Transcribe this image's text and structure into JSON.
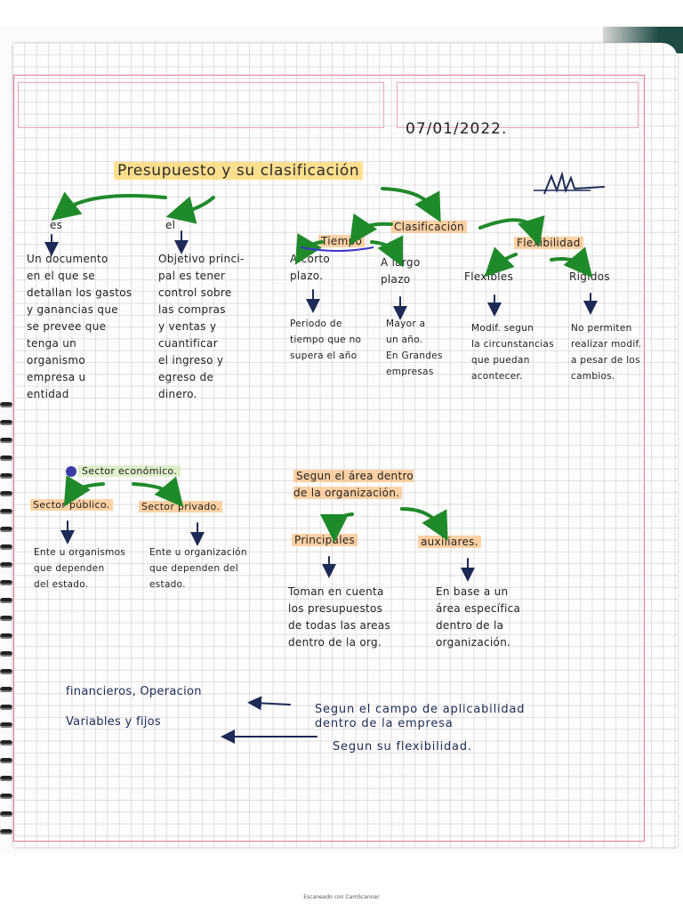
{
  "page": {
    "date": "07/01/2022.",
    "title": "Presupuesto y su clasificación",
    "signature": "signature"
  },
  "left_branch": {
    "es_label": "es",
    "es_text": "Un documento\nen el que se\ndetallan los gastos\ny ganancias que\nse prevee que\ntenga un\norganismo\nempresa u\nentidad",
    "el_label": "el",
    "el_text": "Objetivo princi-\npal es tener\ncontrol sobre\nlas compras\ny ventas y\ncuantificar\nel ingreso y\negreso de\ndinero."
  },
  "clasificacion": {
    "label": "Clasificación",
    "tiempo": {
      "label": "Tiempo",
      "corto_label": "A corto\nplazo.",
      "corto_text": "Periodo de\ntiempo que no\nsupera el año",
      "largo_label": "A largo\nplazo",
      "largo_text": "Mayor a\nun año.\nEn Grandes\nempresas"
    },
    "flexibilidad": {
      "label": "Flexibilidad",
      "flexibles_label": "Flexibles",
      "flexibles_text": "Modif. segun\nla circunstancias\nque puedan\nacontecer.",
      "rigidos_label": "Rigidos",
      "rigidos_text": "No permiten\nrealizar modif.\na pesar de los\ncambios."
    }
  },
  "sector": {
    "label": "Sector económico.",
    "publico_label": "Sector público.",
    "publico_text": "Ente u organismos\nque dependen\ndel estado.",
    "privado_label": "Sector privado.",
    "privado_text": "Ente u organización\nque dependen del\nestado."
  },
  "area": {
    "label": "Segun el área dentro\nde la organización.",
    "principales_label": "Principales",
    "principales_text": "Toman en cuenta\nlos presupuestos\nde todas las areas\ndentro de la org.",
    "auxiliares_label": "auxiliares.",
    "auxiliares_text": "En base a un\nárea específica\ndentro de la\norganización."
  },
  "bottom": {
    "left_line1": "financieros, Operacion",
    "left_line2": "Variables y fijos",
    "right_line1": "Segun el campo de aplicabilidad\ndentro de la empresa",
    "right_line2": "Segun su flexibilidad."
  },
  "footer": "Escaneado con CamScanner",
  "colors": {
    "green_arrow": "#1f8a2a",
    "dark_arrow": "#1d2a55",
    "orange_highlight": "#ffae5c",
    "yellow_highlight": "#ffcd46",
    "margin_red": "#e07b92"
  }
}
